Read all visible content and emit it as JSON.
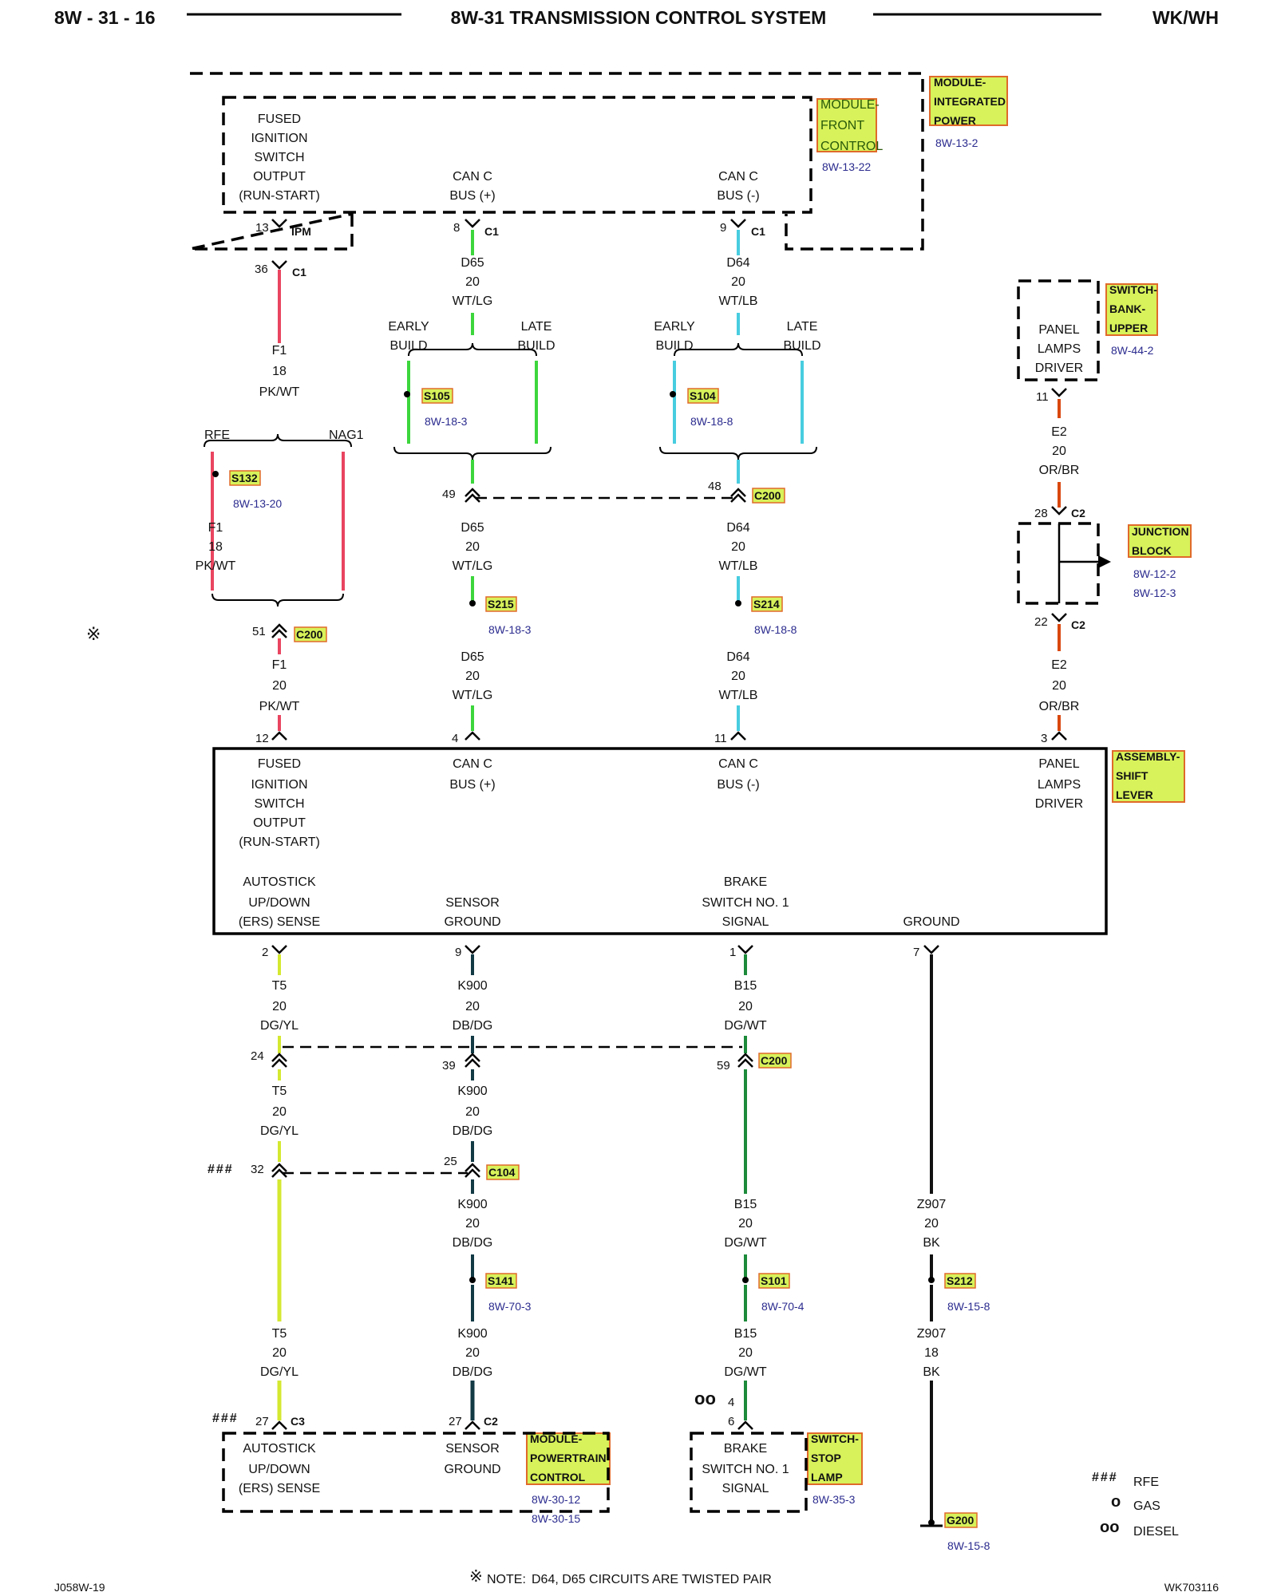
{
  "header": {
    "page": "8W - 31 - 16",
    "title": "8W-31 TRANSMISSION CONTROL SYSTEM",
    "vehicle": "WK/WH"
  },
  "colors": {
    "pk_wt": "#e94560",
    "wt_lg": "#3cd63c",
    "wt_lb": "#48cde0",
    "or_br": "#d9480f",
    "dg_yl": "#d4e830",
    "db_dg": "#123a45",
    "dg_wt": "#1c8a3a",
    "bk": "#111111",
    "highlight": "#d7f25a",
    "highlight_border": "#e06a2a"
  },
  "modules": {
    "ipm": {
      "name": [
        "MODULE-",
        "INTEGRATED",
        "POWER"
      ],
      "ref": "8W-13-2"
    },
    "fcm": {
      "name": [
        "MODULE-",
        "FRONT",
        "CONTROL"
      ],
      "ref": "8W-13-22",
      "pins": [
        [
          "FUSED",
          "IGNITION",
          "SWITCH",
          "OUTPUT",
          "(RUN-START)"
        ],
        [
          "CAN C",
          "BUS (+)"
        ],
        [
          "CAN C",
          "BUS (-)"
        ]
      ]
    },
    "switch_bank": {
      "name": [
        "SWITCH-",
        "BANK-",
        "UPPER"
      ],
      "ref": "8W-44-2",
      "pin": [
        "PANEL",
        "LAMPS",
        "DRIVER"
      ]
    },
    "junction_block": {
      "name": [
        "JUNCTION",
        "BLOCK"
      ],
      "refs": [
        "8W-12-2",
        "8W-12-3"
      ]
    },
    "shift_lever": {
      "name": [
        "ASSEMBLY-",
        "SHIFT",
        "LEVER"
      ],
      "top_pins": [
        [
          "FUSED",
          "IGNITION",
          "SWITCH",
          "OUTPUT",
          "(RUN-START)"
        ],
        [
          "CAN C",
          "BUS (+)"
        ],
        [
          "CAN C",
          "BUS (-)"
        ],
        [
          "PANEL",
          "LAMPS",
          "DRIVER"
        ]
      ],
      "bottom_pins": [
        [
          "AUTOSTICK",
          "UP/DOWN",
          "(ERS) SENSE"
        ],
        [
          "SENSOR",
          "GROUND"
        ],
        [
          "BRAKE",
          "SWITCH NO. 1",
          "SIGNAL"
        ],
        [
          "GROUND"
        ]
      ]
    },
    "pcm": {
      "name": [
        "MODULE-",
        "POWERTRAIN",
        "CONTROL"
      ],
      "refs": [
        "8W-30-12",
        "8W-30-15"
      ],
      "pins": [
        [
          "AUTOSTICK",
          "UP/DOWN",
          "(ERS) SENSE"
        ],
        [
          "SENSOR",
          "GROUND"
        ]
      ]
    },
    "stop_lamp": {
      "name": [
        "SWITCH-",
        "STOP",
        "LAMP"
      ],
      "ref": "8W-35-3",
      "pin": [
        "BRAKE",
        "SWITCH NO. 1",
        "SIGNAL"
      ]
    }
  },
  "splices": {
    "s132": {
      "name": "S132",
      "ref": "8W-13-20"
    },
    "s105": {
      "name": "S105",
      "ref": "8W-18-3"
    },
    "s104": {
      "name": "S104",
      "ref": "8W-18-8"
    },
    "s215": {
      "name": "S215",
      "ref": "8W-18-3"
    },
    "s214": {
      "name": "S214",
      "ref": "8W-18-8"
    },
    "s141": {
      "name": "S141",
      "ref": "8W-70-3"
    },
    "s101": {
      "name": "S101",
      "ref": "8W-70-4"
    },
    "s212": {
      "name": "S212",
      "ref": "8W-15-8"
    },
    "g200": {
      "name": "G200",
      "ref": "8W-15-8"
    }
  },
  "connectors": {
    "c200": "C200",
    "c104": "C104",
    "ipm": "IPM",
    "c1": "C1",
    "c2": "C2",
    "c3": "C3"
  },
  "pins": {
    "ipm13": "13",
    "c1_36": "36",
    "c1_8": "8",
    "c1_9": "9",
    "e2_11": "11",
    "c200_49": "49",
    "c200_48": "48",
    "c2_28": "28",
    "c2_22": "22",
    "c200_51": "51",
    "sl_12": "12",
    "sl_4": "4",
    "sl_11": "11",
    "sl_3": "3",
    "sl_2": "2",
    "sl_9": "9",
    "sl_1": "1",
    "sl_7": "7",
    "c200_24": "24",
    "c200_39": "39",
    "c200_59": "59",
    "c104_32": "32",
    "c104_25": "25",
    "c3_27": "27",
    "c2_27": "27",
    "sw_4": "4",
    "sw_6": "6"
  },
  "wires": {
    "f1_18_a": [
      "F1",
      "18",
      "PK/WT"
    ],
    "f1_18_b": [
      "F1",
      "18",
      "PK/WT"
    ],
    "f1_20": [
      "F1",
      "20",
      "PK/WT"
    ],
    "d65_a": [
      "D65",
      "20",
      "WT/LG"
    ],
    "d65_b": [
      "D65",
      "20",
      "WT/LG"
    ],
    "d65_c": [
      "D65",
      "20",
      "WT/LG"
    ],
    "d64_a": [
      "D64",
      "20",
      "WT/LB"
    ],
    "d64_b": [
      "D64",
      "20",
      "WT/LB"
    ],
    "d64_c": [
      "D64",
      "20",
      "WT/LB"
    ],
    "e2_a": [
      "E2",
      "20",
      "OR/BR"
    ],
    "e2_b": [
      "E2",
      "20",
      "OR/BR"
    ],
    "t5_a": [
      "T5",
      "20",
      "DG/YL"
    ],
    "t5_b": [
      "T5",
      "20",
      "DG/YL"
    ],
    "t5_c": [
      "T5",
      "20",
      "DG/YL"
    ],
    "k900_a": [
      "K900",
      "20",
      "DB/DG"
    ],
    "k900_b": [
      "K900",
      "20",
      "DB/DG"
    ],
    "k900_c": [
      "K900",
      "20",
      "DB/DG"
    ],
    "k900_d": [
      "K900",
      "20",
      "DB/DG"
    ],
    "b15_a": [
      "B15",
      "20",
      "DG/WT"
    ],
    "b15_b": [
      "B15",
      "20",
      "DG/WT"
    ],
    "b15_c": [
      "B15",
      "20",
      "DG/WT"
    ],
    "z907_a": [
      "Z907",
      "20",
      "BK"
    ],
    "z907_b": [
      "Z907",
      "18",
      "BK"
    ]
  },
  "branches": {
    "rfe": "RFE",
    "nag1": "NAG1",
    "early": [
      "EARLY",
      "BUILD"
    ],
    "late": [
      "LATE",
      "BUILD"
    ]
  },
  "legend": {
    "symbols": [
      "###",
      "o",
      "oo"
    ],
    "items": [
      "RFE",
      "GAS",
      "DIESEL"
    ]
  },
  "markers": {
    "twisted": "※",
    "rfe_mark": "###",
    "diesel_mark": "oo"
  },
  "note": {
    "label": "NOTE:",
    "text": "D64, D65    CIRCUITS ARE TWISTED PAIR"
  },
  "footer": {
    "left": "J058W-19",
    "right": "WK703116"
  }
}
